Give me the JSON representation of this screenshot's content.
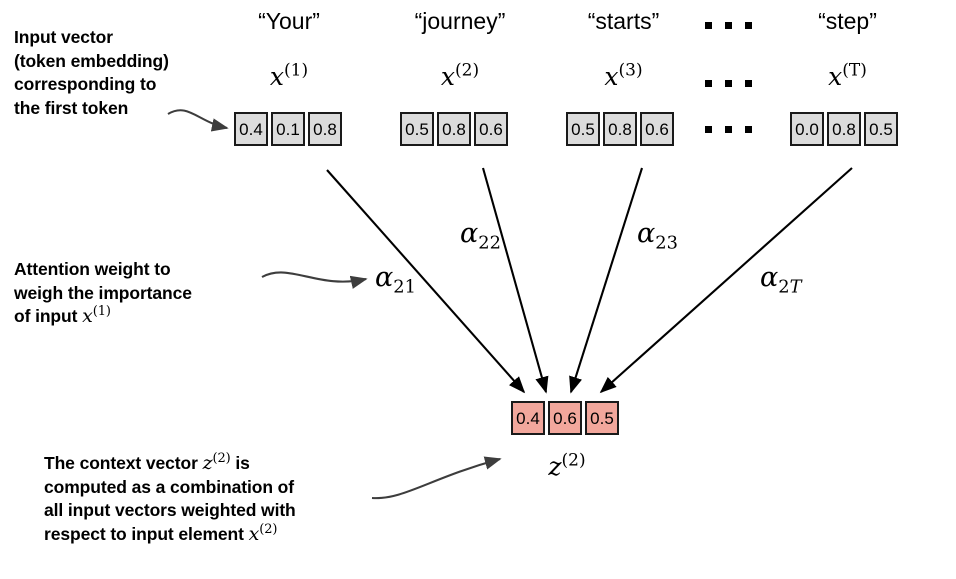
{
  "diagram": {
    "title": "Self-attention context vector computation",
    "colors": {
      "input_cell_fill": "#dcdcdc",
      "context_cell_fill": "#f2a79c",
      "cell_border": "#1a1a1a",
      "arrow": "#000000",
      "callout_arrow": "#4a4a4a"
    }
  },
  "annotations": {
    "input_vector": {
      "line1": "Input vector",
      "line2": "(token embedding)",
      "line3": "corresponding to",
      "line4": "the first token"
    },
    "attention_weight": {
      "line1": "Attention weight to",
      "line2": "weigh the importance",
      "line3_prefix": "of input ",
      "line3_symbol": "x",
      "line3_superscript": "(1)"
    },
    "context_vector": {
      "line1_prefix": "The context vector ",
      "line1_symbol": "z",
      "line1_superscript": "(2)",
      "line1_suffix": " is",
      "line2": "computed as a combination of",
      "line3": "all input vectors weighted with",
      "line4_prefix": "respect to input element ",
      "line4_symbol": "x",
      "line4_superscript": "(2)"
    }
  },
  "tokens": [
    {
      "word": "“Your”",
      "symbol": "x",
      "superscript": "(1)",
      "values": [
        "0.4",
        "0.1",
        "0.8"
      ]
    },
    {
      "word": "“journey”",
      "symbol": "x",
      "superscript": "(2)",
      "values": [
        "0.5",
        "0.8",
        "0.6"
      ]
    },
    {
      "word": "“starts”",
      "symbol": "x",
      "superscript": "(3)",
      "values": [
        "0.5",
        "0.8",
        "0.6"
      ]
    },
    {
      "word": "“step”",
      "symbol": "x",
      "superscript": "(T)",
      "values": [
        "0.0",
        "0.8",
        "0.5"
      ]
    }
  ],
  "ellipsis": {
    "row_word": "···",
    "row_symbol": "···",
    "row_values": "···"
  },
  "attention_weights": [
    {
      "symbol": "α",
      "subscript": "21",
      "subscript_italic": ""
    },
    {
      "symbol": "α",
      "subscript": "22",
      "subscript_italic": ""
    },
    {
      "symbol": "α",
      "subscript": "23",
      "subscript_italic": ""
    },
    {
      "symbol": "α",
      "subscript": "2",
      "subscript_italic": "T"
    }
  ],
  "context_vector": {
    "symbol": "z",
    "superscript": "(2)",
    "values": [
      "0.4",
      "0.6",
      "0.5"
    ]
  }
}
